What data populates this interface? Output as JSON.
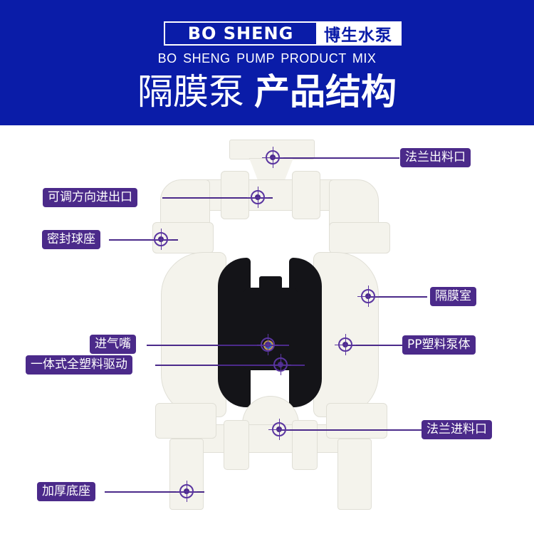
{
  "header": {
    "brand_en": "BO SHENG",
    "brand_cn": "博生水泵",
    "subtitle": "BO SHENG  PUMP  PRODUCT MIX",
    "title_light": "隔膜泵",
    "title_bold": "产品结构",
    "background_color": "#0a1ca8"
  },
  "image": {
    "subject": "air-operated double diaphragm pump, white PP plastic body with black center section"
  },
  "callouts": [
    {
      "id": "flange-outlet",
      "label": "法兰出料口",
      "side": "right"
    },
    {
      "id": "adjustable-inlet-outlet",
      "label": "可调方向进出口",
      "side": "left"
    },
    {
      "id": "seal-ball-seat",
      "label": "密封球座",
      "side": "left"
    },
    {
      "id": "diaphragm-chamber",
      "label": "隔膜室",
      "side": "right"
    },
    {
      "id": "air-inlet",
      "label": "进气嘴",
      "side": "left"
    },
    {
      "id": "pp-pump-body",
      "label": "PP塑料泵体",
      "side": "right"
    },
    {
      "id": "integrated-plastic-drive",
      "label": "一体式全塑料驱动",
      "side": "left"
    },
    {
      "id": "flange-inlet",
      "label": "法兰进料口",
      "side": "right"
    },
    {
      "id": "thick-base",
      "label": "加厚底座",
      "side": "left"
    }
  ],
  "colors": {
    "label_bg": "#4b2a8a",
    "label_text": "#ffffff"
  }
}
